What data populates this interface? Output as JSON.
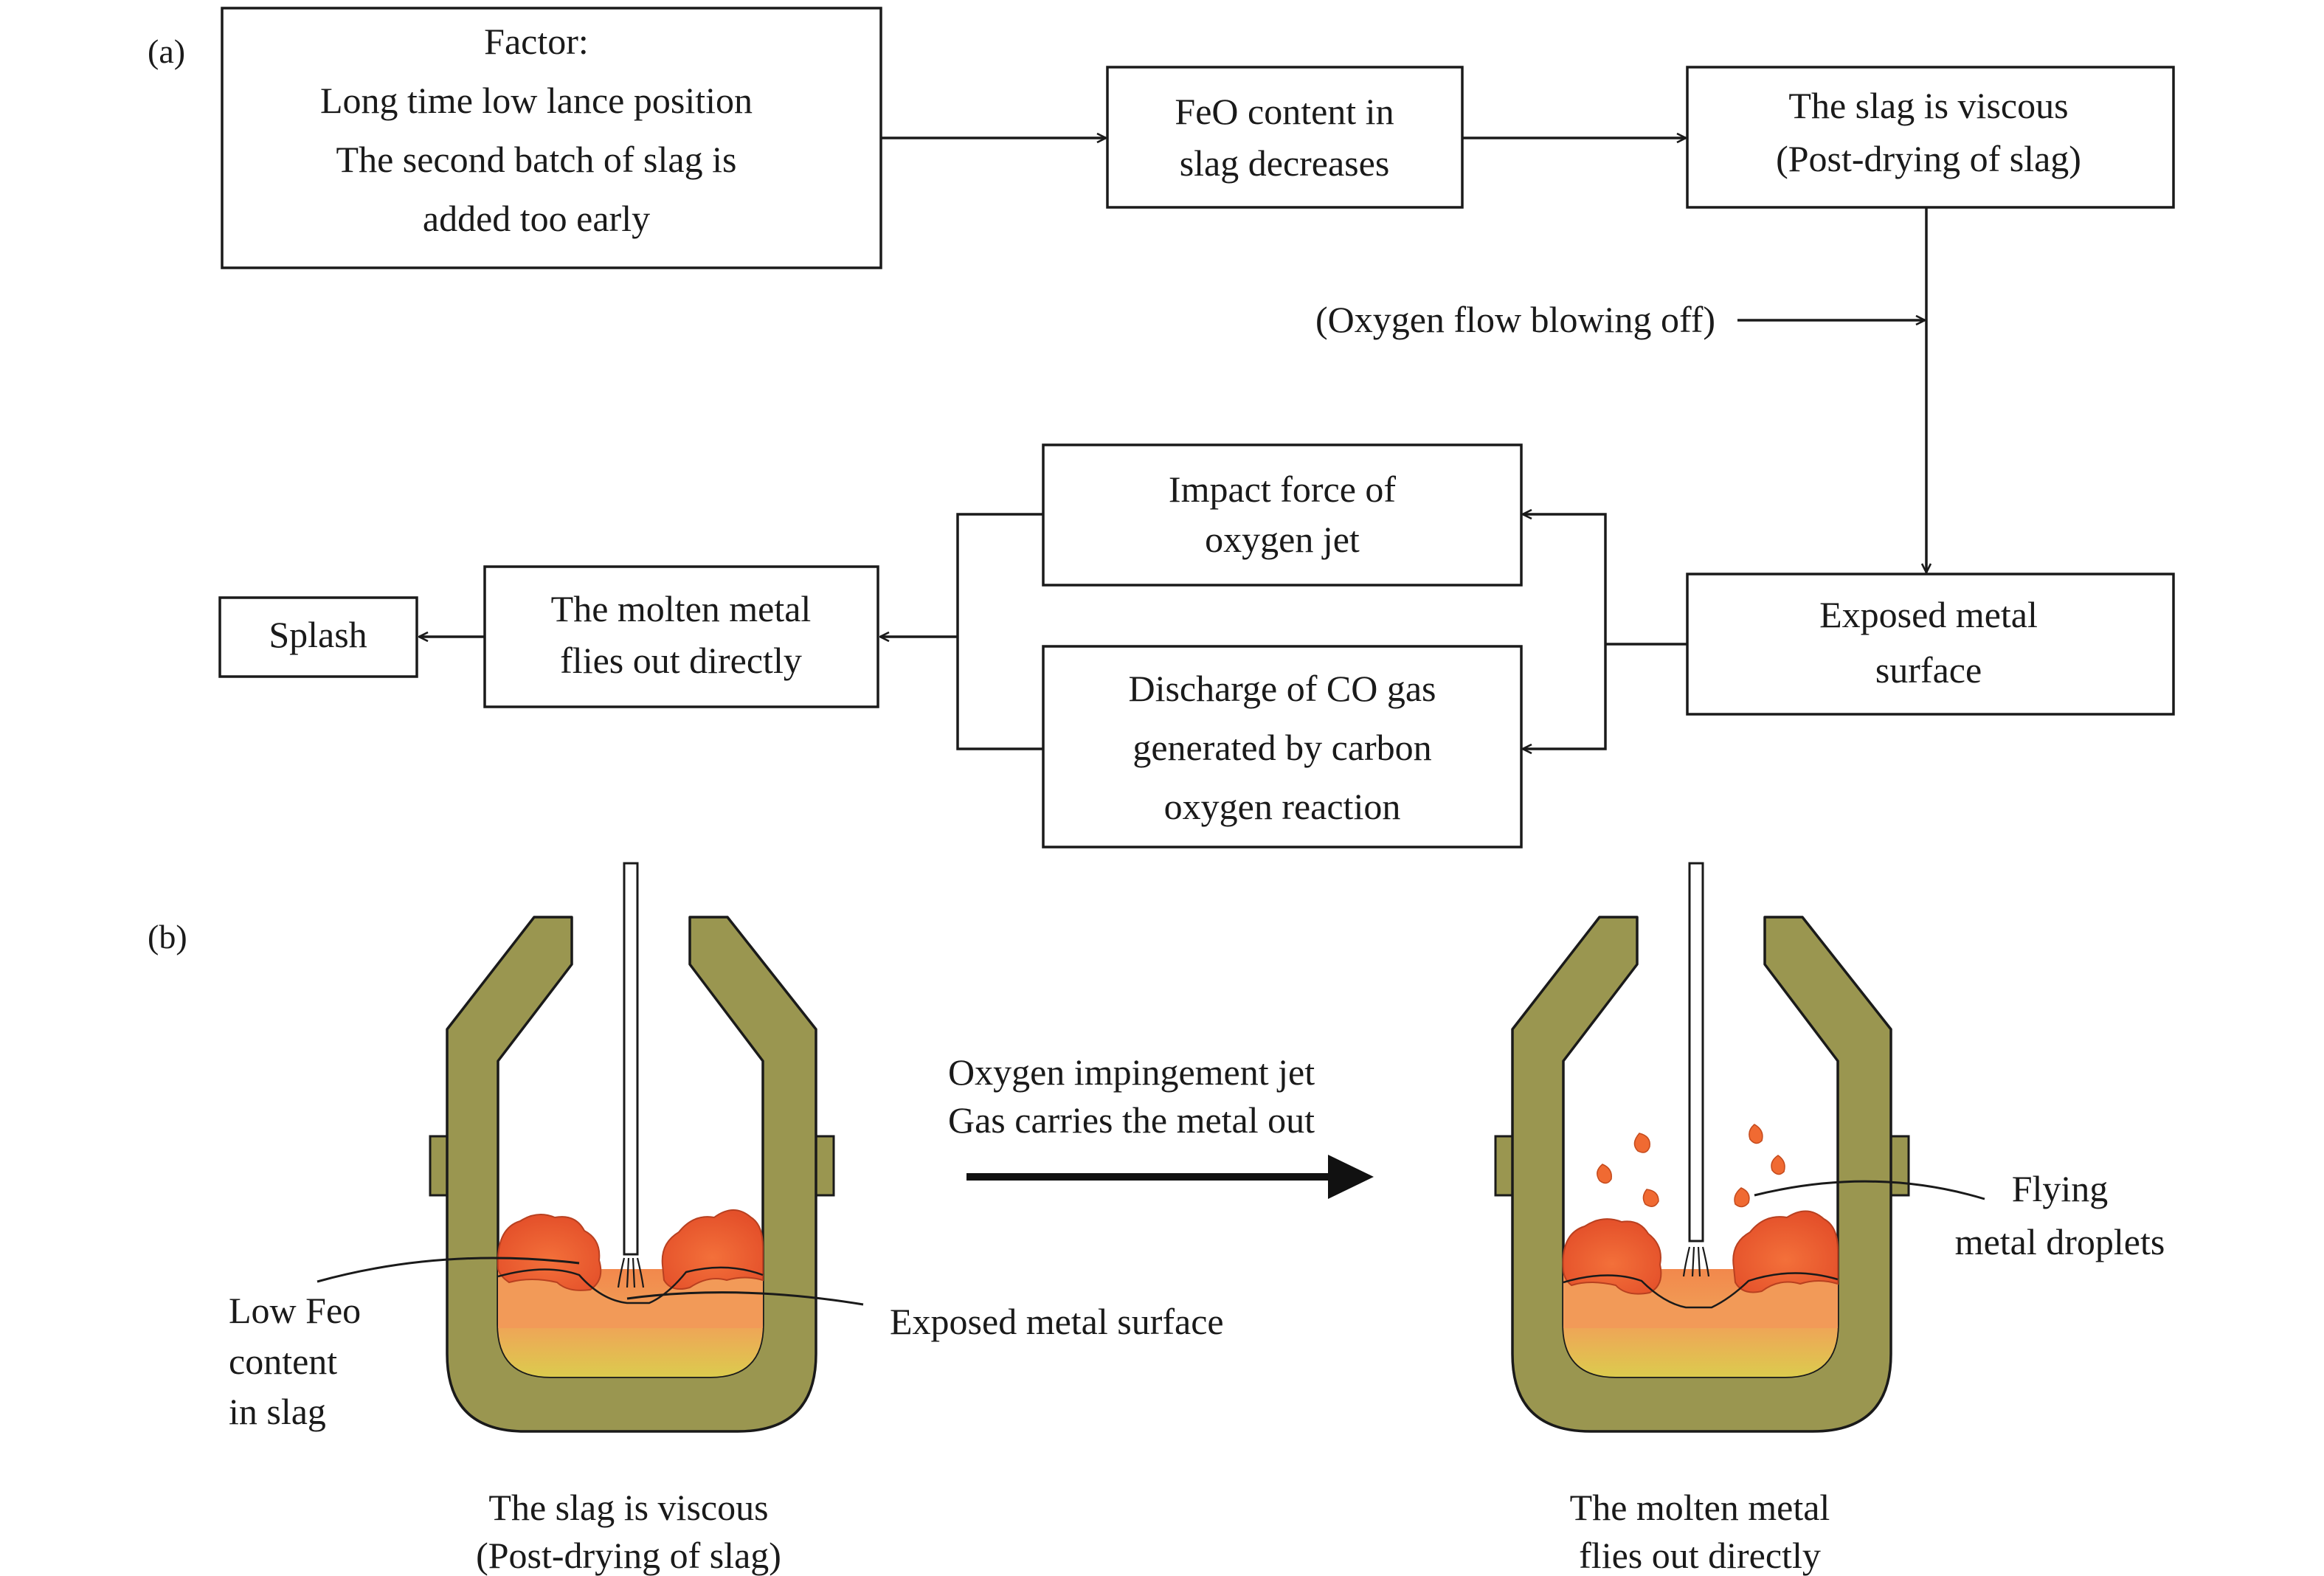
{
  "panel_a": {
    "label": "(a)",
    "factor_box": [
      "Factor:",
      "Long time low lance position",
      "The second batch of slag is",
      "added too early"
    ],
    "feo_box": [
      "FeO content in",
      "slag decreases"
    ],
    "viscous_box": [
      "The slag is viscous",
      "(Post-drying of slag)"
    ],
    "oxygen_flow_label": "(Oxygen flow blowing off)",
    "exposed_box": [
      "Exposed metal",
      "surface"
    ],
    "impact_box": [
      "Impact force of",
      "oxygen jet"
    ],
    "co_box": [
      "Discharge of CO gas",
      "generated by carbon",
      "oxygen reaction"
    ],
    "molten_box": [
      "The molten metal",
      "flies out directly"
    ],
    "splash_box": [
      "Splash"
    ]
  },
  "panel_b": {
    "label": "(b)",
    "low_feo_label": [
      "Low Feo",
      "content",
      "in slag"
    ],
    "exposed_surface_label": "Exposed metal surface",
    "arrow_caption": [
      "Oxygen impingement jet",
      "Gas carries the metal out"
    ],
    "flying_label": [
      "Flying",
      "metal droplets"
    ],
    "left_caption": [
      "The slag is viscous",
      "(Post-drying of slag)"
    ],
    "right_caption": [
      "The molten metal",
      "flies out directly"
    ]
  },
  "colors": {
    "vessel": "#9a9650",
    "slag_orange": "#ea5a2c",
    "metal_top": "#f39a55",
    "metal_bottom": "#dccb4e",
    "droplet": "#f06a32"
  }
}
